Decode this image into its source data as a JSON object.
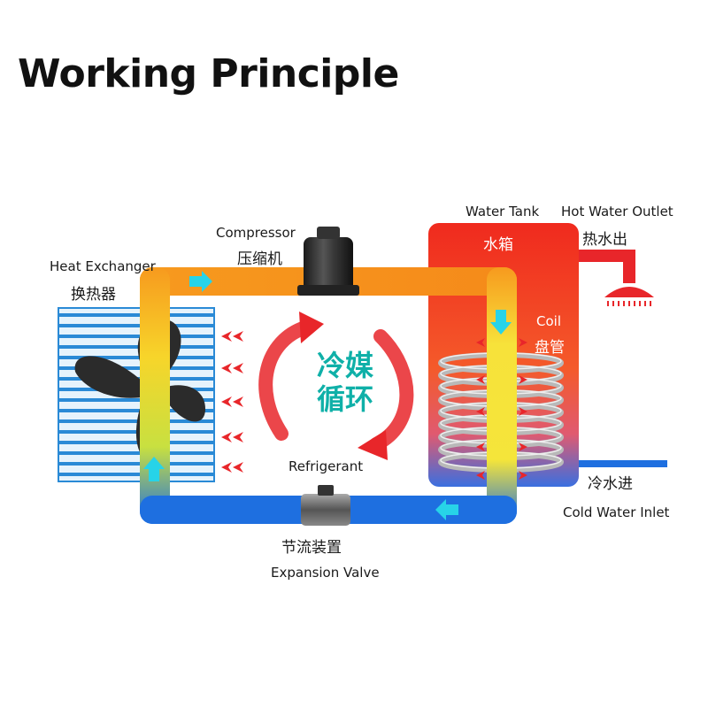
{
  "title": "Working Principle",
  "labels": {
    "compressor_en": "Compressor",
    "compressor_cn": "压缩机",
    "heat_exchanger_en": "Heat Exchanger",
    "heat_exchanger_cn": "换热器",
    "water_tank_en": "Water Tank",
    "water_tank_cn": "水箱",
    "hot_water_outlet_en": "Hot Water Outlet",
    "hot_water_outlet_cn": "热水出",
    "coil_en": "Coil",
    "coil_cn": "盘管",
    "refrigerant_cycle_cn_line1": "冷媒",
    "refrigerant_cycle_cn_line2": "循环",
    "refrigerant_en": "Refrigerant",
    "cold_water_inlet_cn": "冷水进",
    "cold_water_inlet_en": "Cold Water Inlet",
    "expansion_valve_cn": "节流装置",
    "expansion_valve_en": "Expansion Valve"
  },
  "colors": {
    "hot_pipe": "#f7921e",
    "cold_pipe": "#1e6fe0",
    "warm_pipe": "#f7e23a",
    "tank": "#f1432a",
    "arrow_heat": "#e8262a",
    "arrow_flow": "#27d3e8",
    "exchanger": "#2a8ad6",
    "cycle_text": "#0fb0a8"
  },
  "icons": [
    "fan-icon",
    "compressor-icon",
    "shower-head-icon",
    "expansion-valve-icon",
    "coil-icon"
  ]
}
